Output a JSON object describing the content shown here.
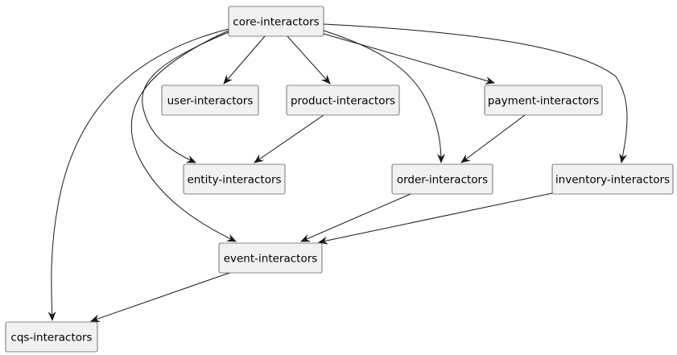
{
  "nodes": [
    {
      "id": "core",
      "label": "core-interactors"
    },
    {
      "id": "user",
      "label": "user-interactors"
    },
    {
      "id": "product",
      "label": "product-interactors"
    },
    {
      "id": "payment",
      "label": "payment-interactors"
    },
    {
      "id": "entity",
      "label": "entity-interactors"
    },
    {
      "id": "order",
      "label": "order-interactors"
    },
    {
      "id": "inventory",
      "label": "inventory-interactors"
    },
    {
      "id": "event",
      "label": "event-interactors"
    },
    {
      "id": "cqs",
      "label": "cqs-interactors"
    }
  ],
  "edges": [
    {
      "from": "core",
      "to": "user"
    },
    {
      "from": "core",
      "to": "product"
    },
    {
      "from": "core",
      "to": "payment"
    },
    {
      "from": "core",
      "to": "entity"
    },
    {
      "from": "core",
      "to": "order"
    },
    {
      "from": "core",
      "to": "inventory"
    },
    {
      "from": "core",
      "to": "event"
    },
    {
      "from": "core",
      "to": "cqs"
    },
    {
      "from": "product",
      "to": "entity"
    },
    {
      "from": "payment",
      "to": "order"
    },
    {
      "from": "order",
      "to": "event"
    },
    {
      "from": "inventory",
      "to": "event"
    },
    {
      "from": "event",
      "to": "cqs"
    }
  ]
}
